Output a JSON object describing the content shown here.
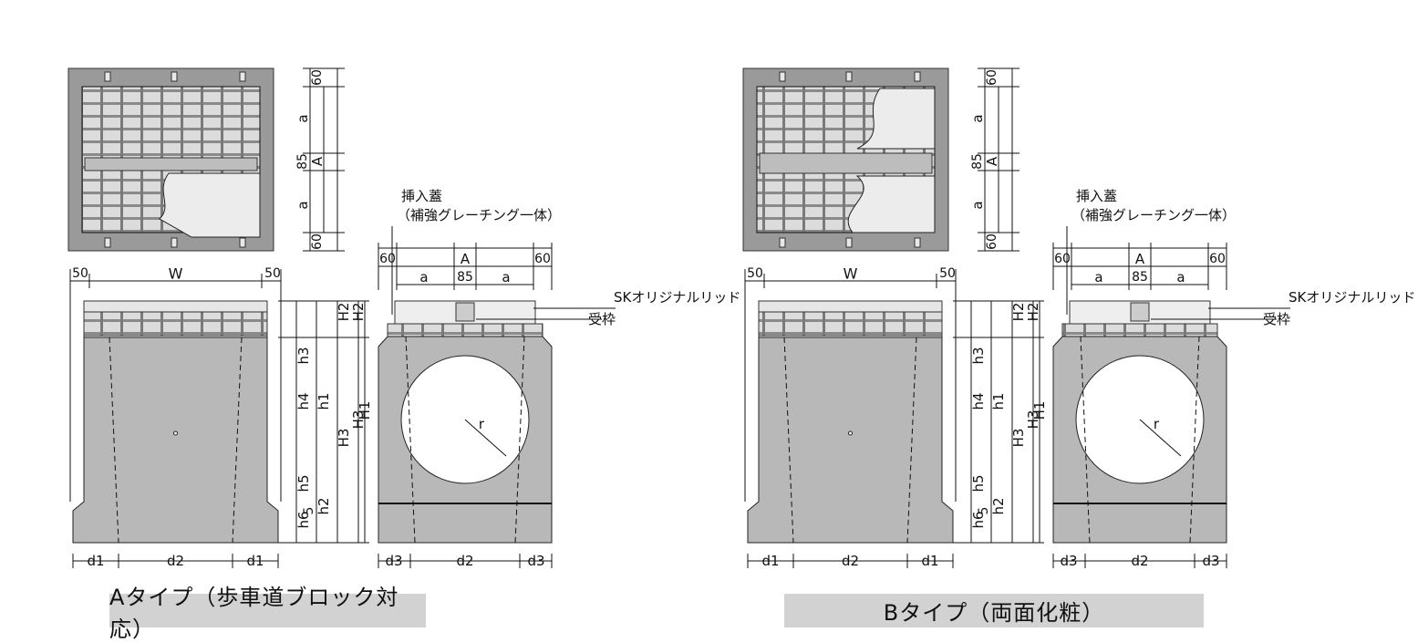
{
  "panels": [
    {
      "id": "A",
      "caption": "Aタイプ（歩車道ブロック対応）",
      "title_line1": "挿入蓋",
      "title_line2": "（補強グレーチング一体）",
      "lid_label": "SKオリジナルリッド",
      "frame_label": "受枠",
      "dims": {
        "top_w": "W",
        "top_a": "a",
        "top_85": "85",
        "top_A": "A",
        "top_60": "60",
        "side_50": "50",
        "side_W": "W",
        "h1": "h1",
        "h2": "h2",
        "h3": "h3",
        "h4": "h4",
        "h5": "h5",
        "h6": "h6",
        "H1": "H1",
        "H2": "H2",
        "H3": "H3",
        "five": "5",
        "d1": "d1",
        "d2": "d2",
        "d3": "d3",
        "r": "r"
      }
    },
    {
      "id": "B",
      "caption": "Bタイプ（両面化粧）",
      "title_line1": "挿入蓋",
      "title_line2": "（補強グレーチング一体）",
      "lid_label": "SKオリジナルリッド",
      "frame_label": "受枠",
      "dims": {
        "top_w": "W",
        "top_a": "a",
        "top_85": "85",
        "top_A": "A",
        "top_60": "60",
        "side_50": "50",
        "side_W": "W",
        "h1": "h1",
        "h2": "h2",
        "h3": "h3",
        "h4": "h4",
        "h5": "h5",
        "h6": "h6",
        "H1": "H1",
        "H2": "H2",
        "H3": "H3",
        "five": "5",
        "d1": "d1",
        "d2": "d2",
        "d3": "d3",
        "r": "r"
      }
    }
  ]
}
